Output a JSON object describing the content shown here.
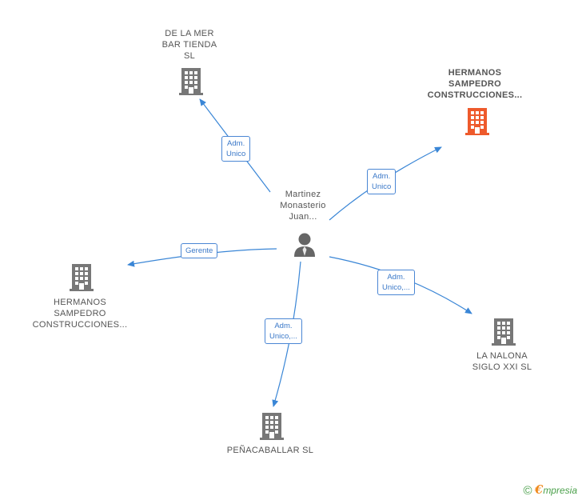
{
  "colors": {
    "edge": "#3a86d6",
    "building": "#777777",
    "building_highlight": "#ee5a2c",
    "person": "#666666"
  },
  "person": {
    "lines": [
      "Martinez",
      "Monasterio",
      "Juan..."
    ],
    "icon": "person-icon"
  },
  "companies": [
    {
      "id": "de-la-mer",
      "lines": [
        "DE LA MER",
        "BAR TIENDA",
        "SL"
      ],
      "highlight": false,
      "icon": "building-icon"
    },
    {
      "id": "hermanos-top",
      "lines": [
        "HERMANOS",
        "SAMPEDRO",
        "CONSTRUCCIONES..."
      ],
      "highlight": true,
      "icon": "building-icon"
    },
    {
      "id": "hermanos-left",
      "lines": [
        "HERMANOS",
        "SAMPEDRO",
        "CONSTRUCCIONES..."
      ],
      "highlight": false,
      "icon": "building-icon"
    },
    {
      "id": "la-nalona",
      "lines": [
        "LA NALONA",
        "SIGLO XXI  SL"
      ],
      "highlight": false,
      "icon": "building-icon"
    },
    {
      "id": "penacaballar",
      "lines": [
        "PEÑACABALLAR SL"
      ],
      "highlight": false,
      "icon": "building-icon"
    }
  ],
  "relations": [
    {
      "to": "de-la-mer",
      "lines": [
        "Adm.",
        "Unico"
      ]
    },
    {
      "to": "hermanos-top",
      "lines": [
        "Adm.",
        "Unico"
      ]
    },
    {
      "to": "hermanos-left",
      "lines": [
        "Gerente"
      ]
    },
    {
      "to": "la-nalona",
      "lines": [
        "Adm.",
        "Unico,..."
      ]
    },
    {
      "to": "penacaballar",
      "lines": [
        "Adm.",
        "Unico,..."
      ]
    }
  ],
  "footer": {
    "copyright": "©",
    "brand_initial": "€",
    "brand_rest": "mpresia"
  }
}
